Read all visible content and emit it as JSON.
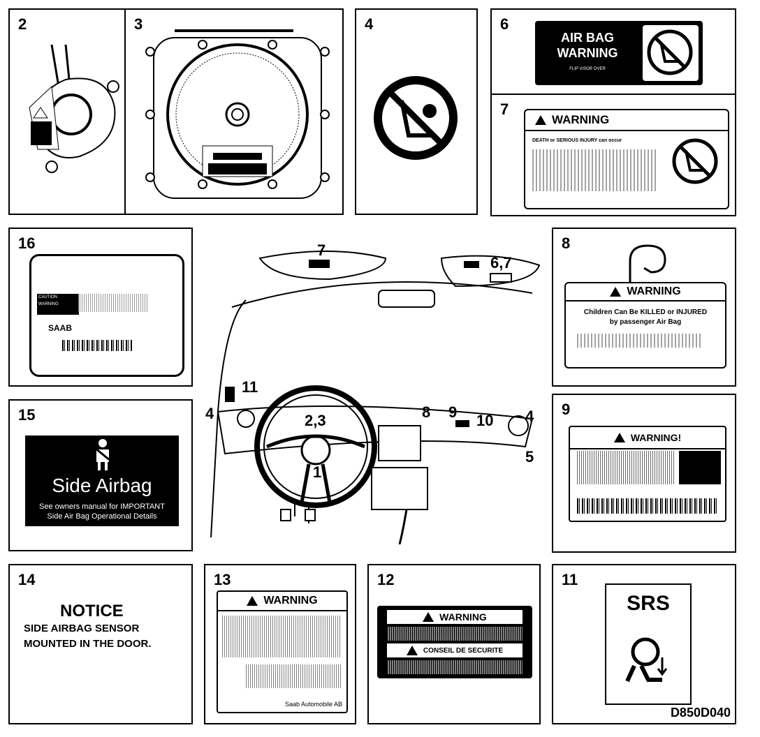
{
  "panels": {
    "p2": {
      "num": "2"
    },
    "p3": {
      "num": "3"
    },
    "p4": {
      "num": "4"
    },
    "p6": {
      "num": "6",
      "line1": "AIR BAG",
      "line2": "WARNING",
      "small": "FLIP VISOR OVER"
    },
    "p7": {
      "num": "7",
      "warning": "WARNING",
      "heading": "DEATH or SERIOUS INJURY can occur"
    },
    "p8": {
      "num": "8",
      "warning": "WARNING",
      "text1": "Children Can Be KILLED or INJURED",
      "text2": "by passenger Air Bag"
    },
    "p9": {
      "num": "9",
      "warning": "WARNING!"
    },
    "p11": {
      "num": "11",
      "srs": "SRS"
    },
    "p12": {
      "num": "12",
      "warning": "WARNING",
      "conseil": "CONSEIL DE SECURITE"
    },
    "p13": {
      "num": "13",
      "warning": "WARNING",
      "maker": "Saab Automobile AB"
    },
    "p14": {
      "num": "14",
      "title": "NOTICE",
      "line1": "SIDE  AIRBAG SENSOR",
      "line2": "MOUNTED IN THE DOOR."
    },
    "p15": {
      "num": "15",
      "title": "Side Airbag",
      "line1": "See owners manual for IMPORTANT",
      "line2": "Side Air Bag Operational Details"
    },
    "p16": {
      "num": "16",
      "brand": "SAAB",
      "caution": "CAUTION",
      "warning": "WARNING"
    }
  },
  "callouts": {
    "c7": "7",
    "c67": "6,7",
    "c11": "11",
    "c4l": "4",
    "c23": "2,3",
    "c1": "1",
    "c8": "8",
    "c9": "9",
    "c10": "10",
    "c4r": "4",
    "c5": "5"
  },
  "figure_code": "D850D040",
  "icons": [
    "no-child-seat-icon",
    "seatbelt-person-icon",
    "airbag-person-icon",
    "steering-wheel-icon"
  ]
}
